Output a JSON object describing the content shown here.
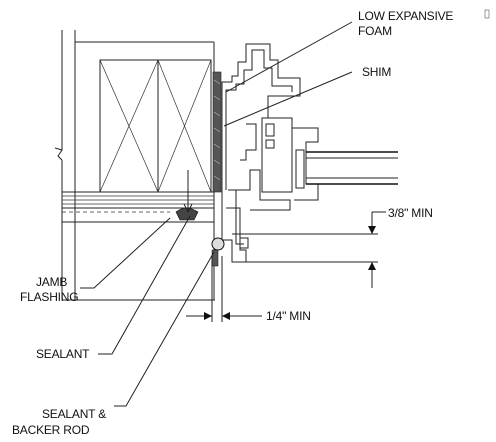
{
  "labels": {
    "low_expansive_foam_line1": "LOW EXPANSIVE",
    "low_expansive_foam_line2": "FOAM",
    "shim": "SHIM",
    "three_eighths_min": "3/8\" MIN",
    "jamb_flashing_line1": "JAMB",
    "jamb_flashing_line2": "FLASHING",
    "quarter_min": "1/4\" MIN",
    "sealant": "SEALANT",
    "sealant_backer_line1": "SEALANT &",
    "sealant_backer_line2": "BACKER ROD"
  },
  "colors": {
    "linework": "#222222",
    "background": "#ffffff"
  }
}
